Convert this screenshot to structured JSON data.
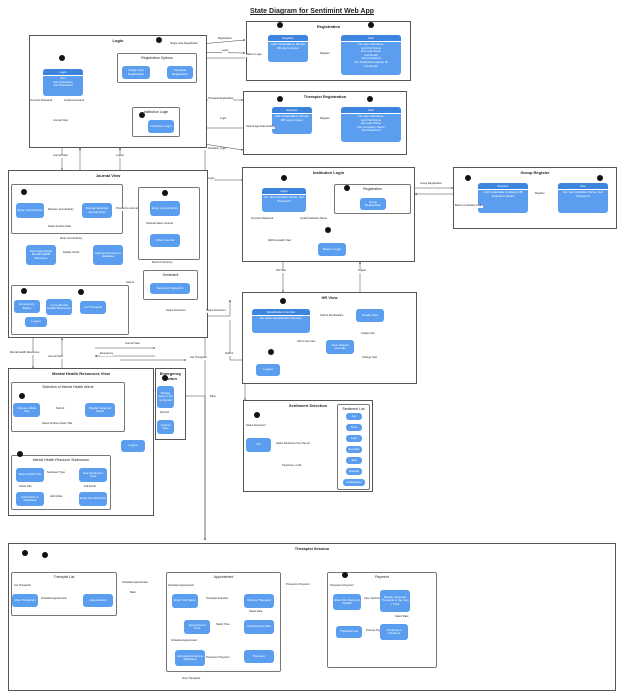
{
  "title": "State Diagram for Sentimint Web App",
  "login": {
    "title": "Login",
    "node_header": "Login",
    "node_body": [
      "Do:",
      "Get Username",
      "Get Password"
    ],
    "reg_options_title": "Registration Options",
    "single_user_reg": "Single User Registration",
    "therapist_reg": "Therapist Registration",
    "institution_login_title": "Institution Login",
    "institution_login_node": "Institution Login",
    "lbl_incorrect_password": "Incorrect Password",
    "lbl_invalid_username": "Invalid Username"
  },
  "registration": {
    "title": "Registration",
    "register_header": "Register",
    "register_body": "Add credentials to Mongo DB users cluster",
    "user_header": "User",
    "user_body": [
      "Do: Get Username",
      "Get First Name",
      "Get Last Name",
      "Get Email",
      "Get Password",
      "Get Student/Company ID",
      "Get Email"
    ],
    "lbl_register": "Register"
  },
  "therapist_registration": {
    "title": "Therapist Registration",
    "register_header": "Register",
    "register_body": "Add credentials to Mongo DB users cluster",
    "user_header": "User",
    "user_body": [
      "Do: Get Username",
      "Get First Name",
      "Get Last Name",
      "Get Company Name",
      "Get Password"
    ],
    "lbl_register": "Register"
  },
  "journal": {
    "title": "Journal View",
    "enter_journal_date": "Enter Journal Date",
    "display_selected": "Display Selected Journal Entry",
    "enter_journal_entry": "Enter Journal Entry",
    "other_journal": "Other Journal",
    "view_resource": "View Appropriate Mental Health Resource",
    "add_journal": "Add journal entry to database",
    "sentiment_title": "Sentiment",
    "sentiment_selection": "Sentiment Selection",
    "emergency_button": "Emergency Button",
    "go_to_mental": "Go to Mental Health Resources",
    "list_therapist": "List Therapist",
    "logout": "Logout",
    "lbl_retrieve": "Retrieve Journal Entry",
    "lbl_select_another": "Select Another Date",
    "lbl_proceed": "Proceed to Journal Entry",
    "lbl_optional": "Optional Select Journal",
    "lbl_mood": "Mood of the Entry",
    "lbl_enter_journal": "Enter Journal Entry",
    "lbl_display_article": "Display Article",
    "lbl_submit": "Submit"
  },
  "mental": {
    "title": "Mental Health Resources View",
    "selection_title": "Selection of Mental Health Article",
    "choose_article": "Choose Article Title",
    "display_article": "Display Selected Article",
    "submission_title": "Mental Health Resource Submission",
    "enter_title": "Enter Article Title",
    "use_sentiment": "Use Sentiment Type",
    "add_article": "Add Article to Database",
    "enter_url": "Enter the full Article",
    "logout": "Logout",
    "lbl_submit": "Submit",
    "lbl_select_another": "Select Another Article Title",
    "lbl_sentiment_type": "Sentiment Type",
    "lbl_article_title": "Article Title",
    "lbl_full_article": "Full Article",
    "lbl_add_article": "Add Article"
  },
  "emergency": {
    "title": "Emergency Button",
    "node1": "Display Help or Go to Mental",
    "node2": "Journal View",
    "lbl_dismiss": "Dismiss"
  },
  "institution": {
    "title": "Institution Login",
    "login_header": "Login",
    "login_body": "Do: Get Institution Name, Get Password",
    "registration_title": "Registration",
    "group_registration": "Group Registration",
    "back_to_login": "Back to Login",
    "lbl_incorrect": "Incorrect Password",
    "lbl_invalid": "Invalid Institution Name",
    "lbl_hr": "HR/Counsellor View"
  },
  "group_register": {
    "title": "Group Register",
    "register_header": "Register",
    "register_body": "Add credentials to Mongo DB institution cluster",
    "user_header": "User",
    "user_body": "Do: Get Institution Name, Get Password",
    "lbl_register": "Register",
    "lbl_back": "Back to Institution Login"
  },
  "hr": {
    "title": "HR View",
    "ident_header": "Identification Number",
    "ident_body": "Do: Enter Identification Number",
    "create_user": "Create User",
    "view_shared": "View Shared Journals",
    "logout": "Logout",
    "lbl_submit_ident": "Submit Identification",
    "lbl_add_user": "Add a new User",
    "lbl_create_user": "Create User",
    "lbl_change_user": "Change User"
  },
  "sentiment": {
    "title": "Sentiment Selection",
    "list_title": "Sentiment List",
    "list": [
      "Joy",
      "Trust",
      "Fear",
      "Surprise",
      "Sad",
      "Disgust",
      "Anticipation"
    ],
    "init_node": "Init",
    "lbl_select": "Select Sentiment from the list",
    "lbl_select_sentiment": "Select Sentiment",
    "lbl_built": "Sentiment + built"
  },
  "therapist_session": {
    "title": "Therapist Session",
    "list_title": "Therapist List",
    "view_therapists": "View Therapists",
    "appointment_node": "Appointment",
    "appointment_title": "Appointment",
    "enter_full_name": "Enter Full Name",
    "choose_therapist": "Choose Therapist",
    "appointment_time": "Appointment Time",
    "appointment_date": "Appointment Date",
    "add_appointment": "Add Appointment to Database",
    "payment_node": "Payment",
    "payment_title": "Payment",
    "enter_payment": "Enter the Payment Details",
    "display_selected": "Display Selected Therapist in the Cart + Price",
    "therapist_list": "Therapist List",
    "continue_checkout": "Continue to Checkout",
    "lbl_list_therapists": "List Therapists",
    "lbl_schedule": "Schedule Appointment",
    "lbl_back": "Back",
    "lbl_therapist_selection": "Therapist Selection",
    "lbl_select_date": "Select Date",
    "lbl_select_time": "Select Time",
    "lbl_proceed_payment": "Proceed to Payment",
    "lbl_user_card": "User Card Details",
    "lbl_process": "Process Payment",
    "lbl_view_therapists": "View Therapists"
  },
  "flows": {
    "single_user_reg": "Single User Registration",
    "registration": "Registration",
    "login": "Login",
    "back_to_login": "Back to Login",
    "therapist_registration": "Therapist Registration",
    "submit_approval": "Submit approval pending",
    "login2": "Login",
    "institution_login": "Institution Login",
    "journal_view": "Journal View",
    "logout": "Logout",
    "login3": "Login",
    "group_registration": "Group Registration",
    "mental_health": "Mental Health Resources",
    "journal_view2": "Journal View",
    "emergency": "Emergency",
    "list_therapists": "List Therapists",
    "back": "Back",
    "submit": "Submit",
    "select_sentiment": "Select Sentiment",
    "hr_view": "HR View",
    "logout2": "Logout"
  }
}
